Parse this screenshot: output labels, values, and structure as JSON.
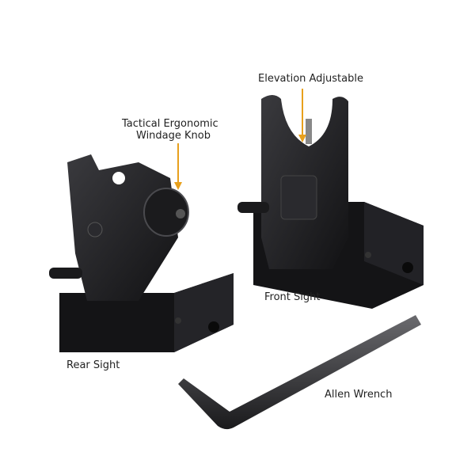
{
  "labels": {
    "elevation": "Elevation Adjustable",
    "windage_line1": "Tactical Ergonomic",
    "windage_line2": "Windage Knob",
    "front_sight": "Front Sight",
    "rear_sight": "Rear Sight",
    "allen_wrench": "Allen Wrench"
  },
  "colors": {
    "arrow": "#e8a01c",
    "metal": "#1c1c1e",
    "text": "#222222"
  }
}
